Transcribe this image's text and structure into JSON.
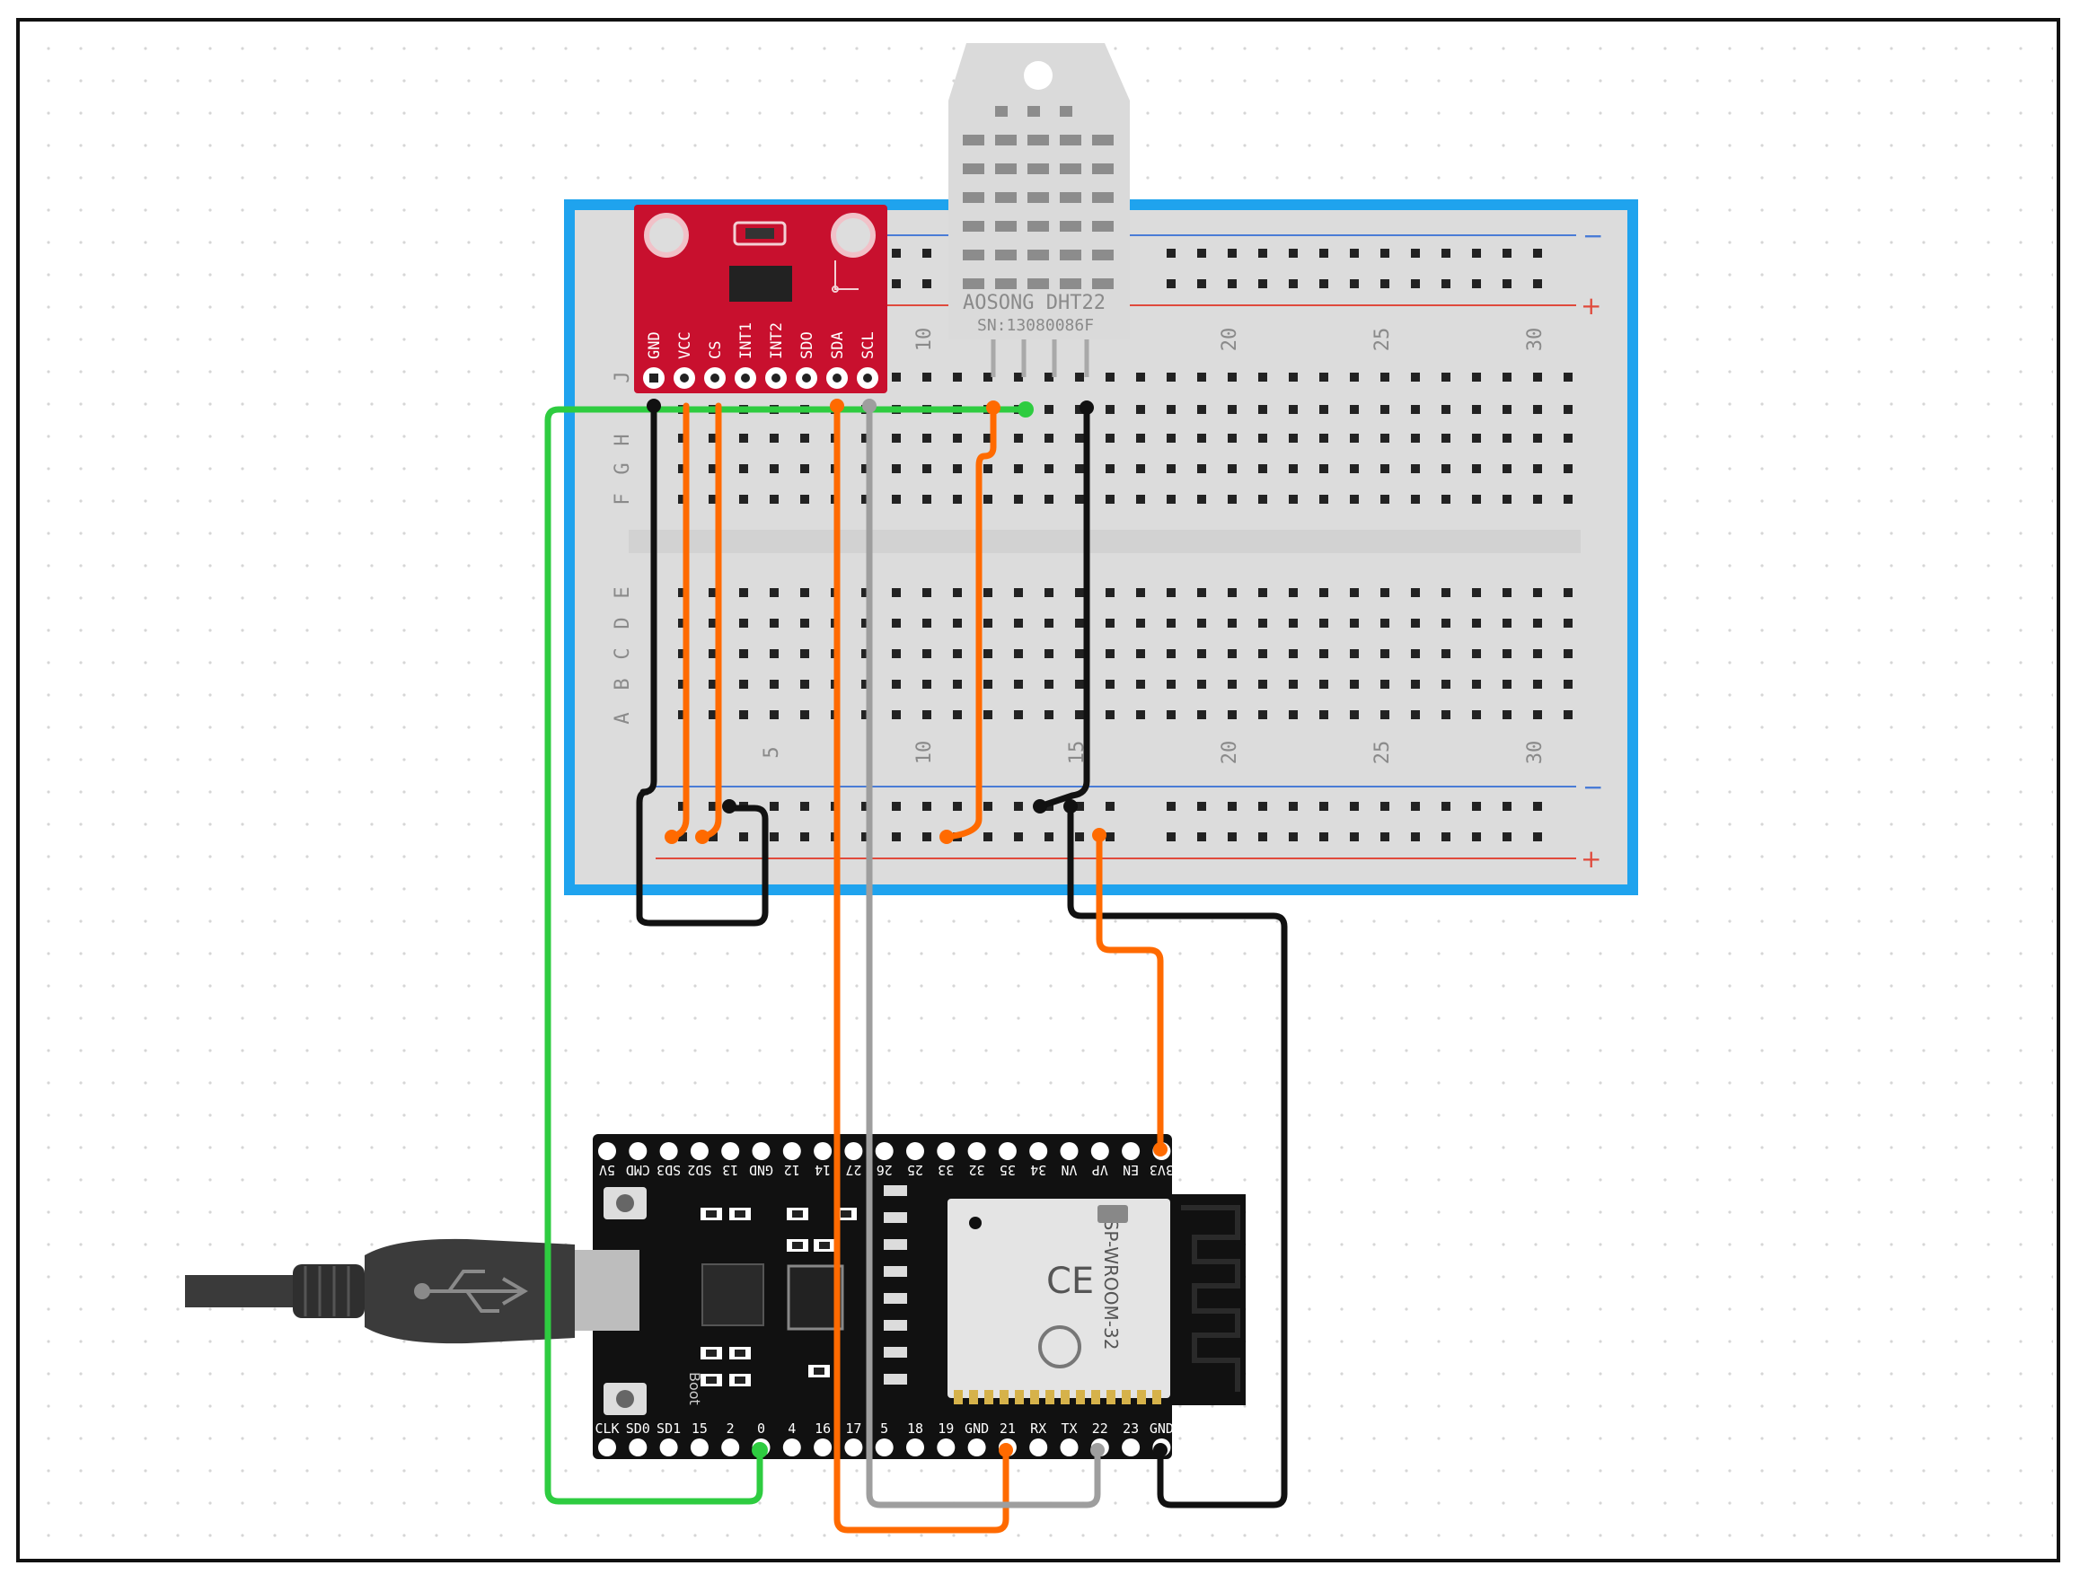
{
  "canvas": {
    "background": "#ffffff",
    "grid_dot_color": "#d6d6d6"
  },
  "breadboard": {
    "frame_color": "#1fa3ee",
    "board_color": "#dcdcdc",
    "rail_minus": "−",
    "rail_plus": "+",
    "row_letters_top": [
      "J",
      "H",
      "G",
      "F"
    ],
    "row_letters_bottom": [
      "E",
      "D",
      "C",
      "B",
      "A"
    ],
    "column_numbers": [
      "5",
      "10",
      "15",
      "20",
      "25",
      "30"
    ]
  },
  "accelerometer": {
    "board_color": "#c8102e",
    "pins": [
      "GND",
      "VCC",
      "CS",
      "INT1",
      "INT2",
      "SDO",
      "SDA",
      "SCL"
    ]
  },
  "dht22": {
    "brand": "AOSONG DHT22",
    "serial": "SN:13080086F"
  },
  "esp32": {
    "top_pins": [
      "5V",
      "CMD",
      "SD3",
      "SD2",
      "13",
      "GND",
      "12",
      "14",
      "27",
      "26",
      "25",
      "33",
      "32",
      "35",
      "34",
      "VN",
      "VP",
      "EN",
      "3V3"
    ],
    "bottom_pins": [
      "CLK",
      "SD0",
      "SD1",
      "15",
      "2",
      "0",
      "4",
      "16",
      "17",
      "5",
      "18",
      "19",
      "GND",
      "21",
      "RX",
      "TX",
      "22",
      "23",
      "GND"
    ],
    "module_label": "ESP-WROOM-32",
    "boot_label": "Boot"
  },
  "wire_colors": {
    "green": "#2ecc40",
    "orange": "#ff6a00",
    "black": "#111111",
    "gray": "#9e9e9e"
  },
  "usb_cable": {
    "icon": "usb-icon"
  }
}
